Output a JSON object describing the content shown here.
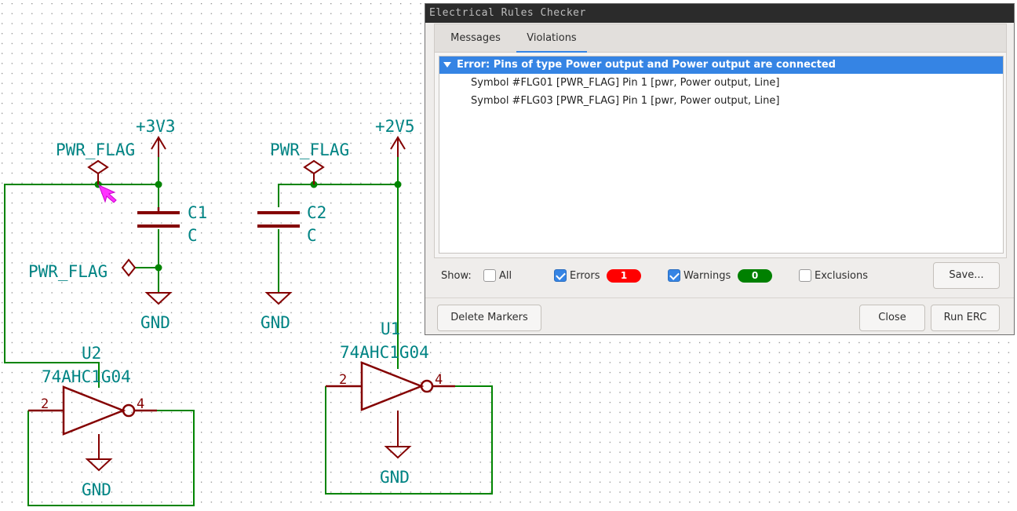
{
  "schematic": {
    "power_3v3": "+3V3",
    "power_2v5": "+2V5",
    "pwr_flag_1": "PWR_FLAG",
    "pwr_flag_2": "PWR_FLAG",
    "pwr_flag_3": "PWR_FLAG",
    "c1_ref": "C1",
    "c1_value": "C",
    "c2_ref": "C2",
    "c2_value": "C",
    "gnd_1": "GND",
    "gnd_2": "GND",
    "gnd_3": "GND",
    "gnd_4": "GND",
    "u1_ref": "U1",
    "u1_value": "74AHC1G04",
    "u2_ref": "U2",
    "u2_value": "74AHC1G04",
    "u1_pin_in": "2",
    "u1_pin_out": "4",
    "u2_pin_in": "2",
    "u2_pin_out": "4"
  },
  "dialog": {
    "title": "Electrical Rules Checker",
    "tabs": {
      "messages": "Messages",
      "violations": "Violations"
    },
    "violation": {
      "error_title": "Error: Pins of type Power output and Power output are connected",
      "items": [
        "Symbol #FLG01 [PWR_FLAG] Pin 1 [pwr, Power output, Line]",
        "Symbol #FLG03 [PWR_FLAG] Pin 1 [pwr, Power output, Line]"
      ]
    },
    "show": {
      "label": "Show:",
      "all": "All",
      "errors": "Errors",
      "errors_count": "1",
      "warnings": "Warnings",
      "warnings_count": "0",
      "exclusions": "Exclusions"
    },
    "buttons": {
      "save": "Save...",
      "delete_markers": "Delete Markers",
      "close": "Close",
      "run_erc": "Run ERC"
    }
  },
  "colors": {
    "wire": "#008400",
    "symbol": "#840000",
    "text": "#008484",
    "selection": "#3584e4",
    "error_badge": "#ff0000",
    "warning_badge": "#008000"
  }
}
